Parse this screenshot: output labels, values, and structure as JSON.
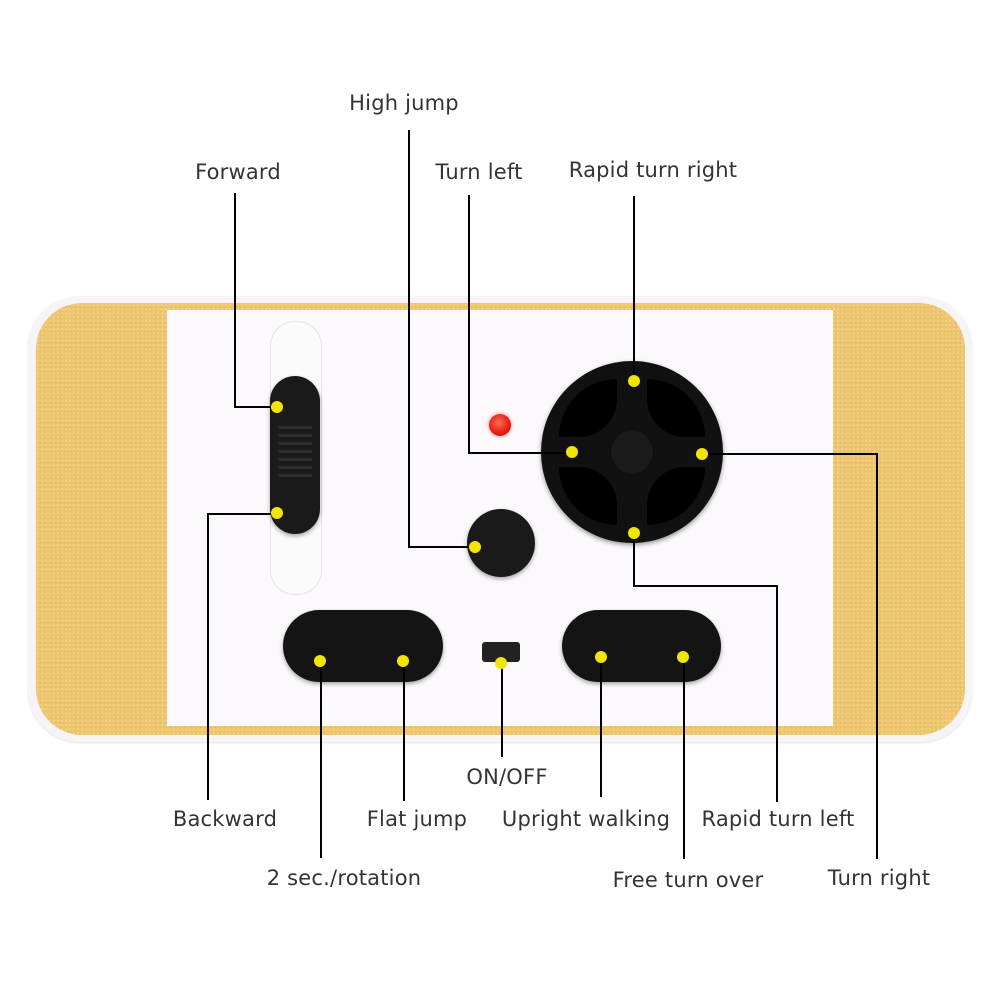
{
  "diagram": {
    "type": "remote-control-button-map",
    "colors": {
      "gold_panel": "#eec66d",
      "inner_panel": "#fbf9fb",
      "buttons": "#141414",
      "marker_dots": "#f2e600",
      "led": "#e31c10",
      "leader_lines": "#000000",
      "label_text": "#333333"
    },
    "labels": {
      "forward": "Forward",
      "high_jump": "High jump",
      "turn_left": "Turn left",
      "rapid_turn_right": "Rapid turn right",
      "backward": "Backward",
      "flat_jump": "Flat jump",
      "on_off": "ON/OFF",
      "upright_walking": "Upright walking",
      "rapid_turn_left": "Rapid turn left",
      "two_sec_rotation": "2 sec./rotation",
      "free_turn_over": "Free turn over",
      "turn_right": "Turn right"
    }
  }
}
